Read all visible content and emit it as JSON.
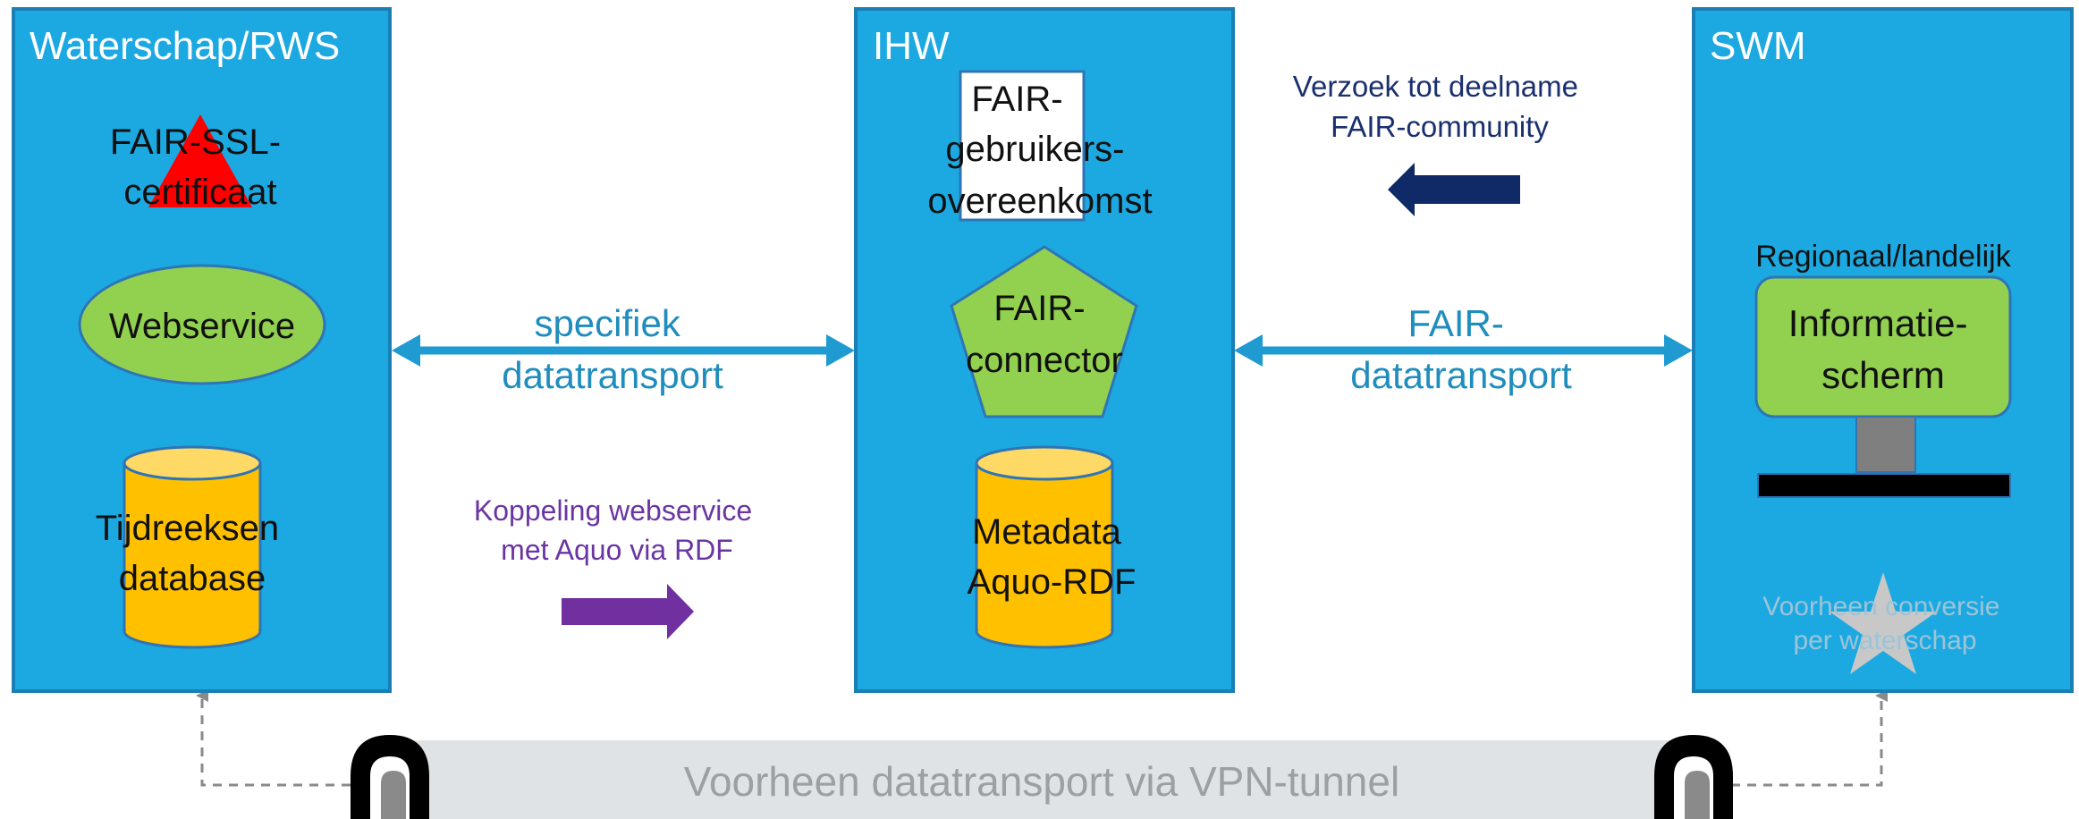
{
  "panels": {
    "left": {
      "title": "Waterschap/RWS"
    },
    "middle": {
      "title": "IHW"
    },
    "right": {
      "title": "SWM"
    }
  },
  "left_panel": {
    "certificate": [
      "FAIR-SSL-",
      "certificaat"
    ],
    "webservice": "Webservice",
    "database": [
      "Tijdreeksen",
      "database"
    ]
  },
  "middle_panel": {
    "agreement": [
      "FAIR-",
      "gebruikers-",
      "overeenkomst"
    ],
    "connector": [
      "FAIR-",
      "connector"
    ],
    "metadata": [
      "Metadata",
      "Aquo-RDF"
    ]
  },
  "right_panel": {
    "caption": "Regionaal/landelijk",
    "screen": [
      "Informatie-",
      "scherm"
    ],
    "former_conversion": [
      "Voorheen conversie",
      "per waterschap"
    ]
  },
  "connections": {
    "specific_transport": [
      "specifiek",
      "datatransport"
    ],
    "fair_transport": [
      "FAIR-",
      "datatransport"
    ],
    "participation_request": [
      "Verzoek tot deelname",
      "FAIR-community"
    ],
    "coupling": [
      "Koppeling webservice",
      "met Aquo via RDF"
    ],
    "vpn_tunnel": "Voorheen datatransport via VPN-tunnel"
  },
  "colors": {
    "panel": "#1ca9e1",
    "panel_border": "#1a7fb4",
    "arrow_blue": "#1f9bd1",
    "navy": "#0f2a66",
    "purple": "#6a35a2",
    "ellipse_green": "#92d050",
    "cylinder_yellow": "#ffc000",
    "cylinder_top": "#ffd966",
    "warning_red": "#ff0000",
    "tunnel_band": "#dfe3e6",
    "vpn_text": "#9aa0a3"
  }
}
